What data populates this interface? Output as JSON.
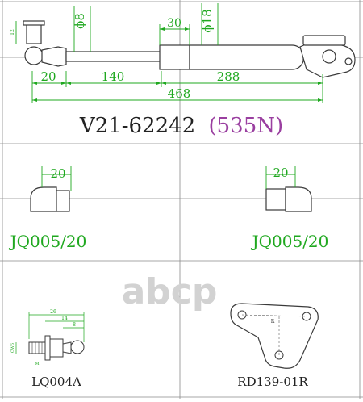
{
  "colors": {
    "dimension": "#1fa81f",
    "part": "#3a3a3a",
    "grid": "#8a8a8a",
    "title": "#222222",
    "force": "#9a3fa0",
    "watermark": "#d2d2d2"
  },
  "main": {
    "dim_rod_dia": "ϕ8",
    "dim_tube_dia": "ϕ18",
    "dim_30": "30",
    "dim_12": "12",
    "dim_20": "20",
    "dim_140": "140",
    "dim_288": "288",
    "dim_468": "468"
  },
  "title": {
    "part_number": "V21-62242",
    "force": "(535N)"
  },
  "fittings": {
    "left": {
      "dim": "20",
      "code": "JQ005/20"
    },
    "right": {
      "dim": "20",
      "code": "JQ005/20"
    }
  },
  "watermark": {
    "text": "abcp"
  },
  "bottom": {
    "left_code": "LQ004A",
    "right_code": "RD139-01R",
    "left_dims": [
      "26",
      "14",
      "8",
      "CW6",
      "M"
    ],
    "right_dim": "R"
  }
}
